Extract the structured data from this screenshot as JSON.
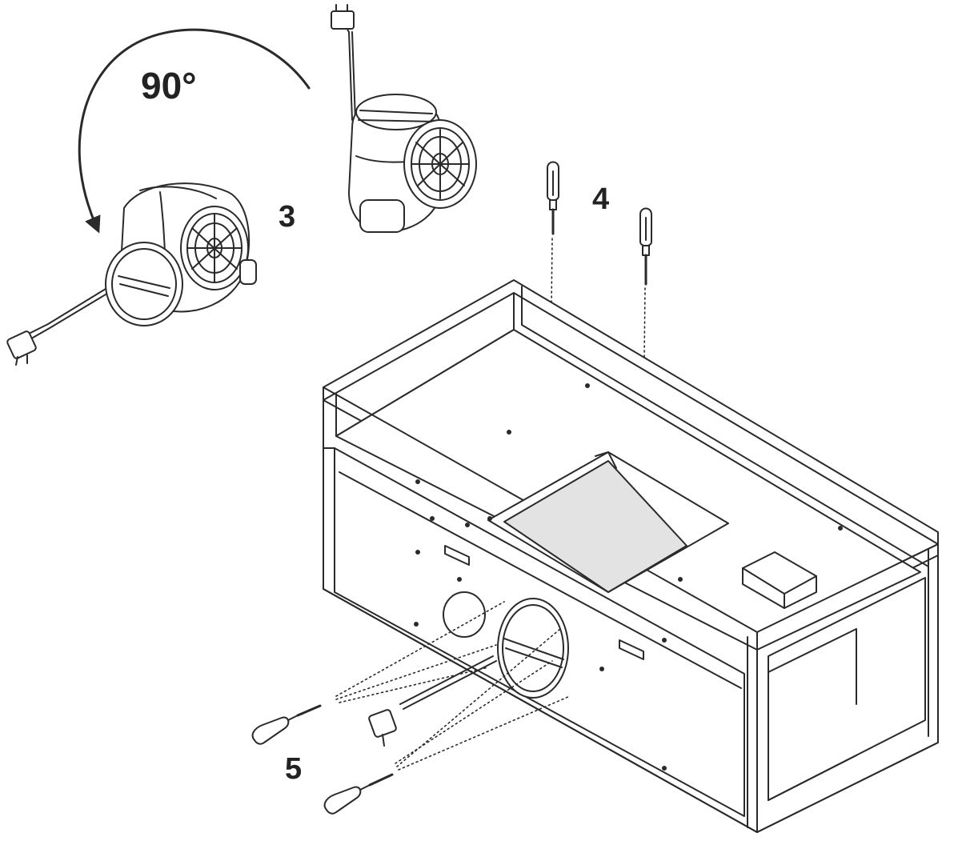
{
  "labels": {
    "rotation_angle": "90°",
    "step_3": "3",
    "step_4": "4",
    "step_5": "5"
  },
  "colors": {
    "line": "#2a2a2a",
    "panel_fill": "#e3e3e3",
    "background": "#ffffff"
  }
}
